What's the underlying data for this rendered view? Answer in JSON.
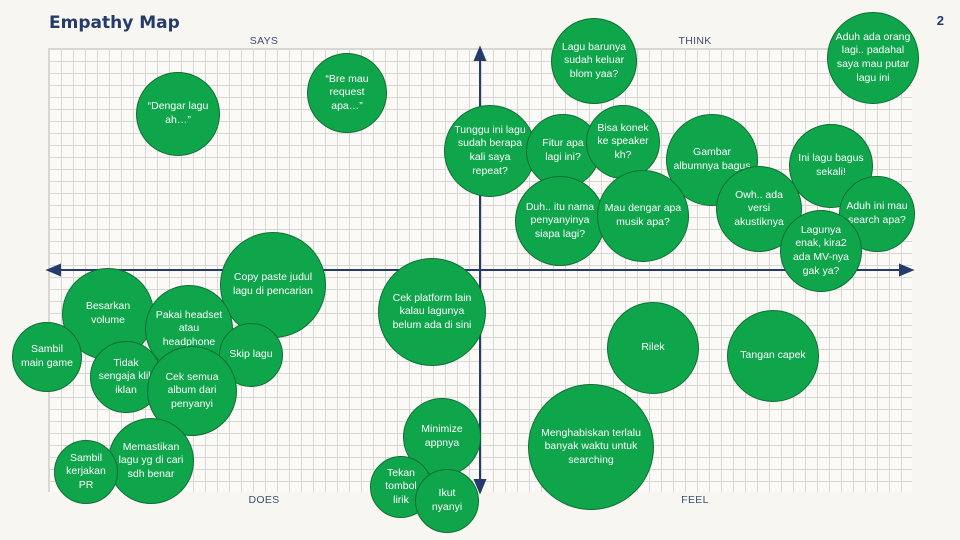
{
  "title": "Empathy Map",
  "page_number": "2",
  "quadrants": {
    "says": "SAYS",
    "think": "THINK",
    "does": "DOES",
    "feel": "FEEL"
  },
  "notes": {
    "dengar": "“Dengar lagu ah…”",
    "bre": "“Bre mau request apa…”",
    "baru_keluar": "Lagu barunya sudah keluar blom yaa?",
    "aduh_orang": "Aduh ada orang lagi.. padahal saya mau putar lagu ini",
    "tunggu": "Tunggu ini lagu sudah berapa kali saya repeat?",
    "fitur": "Fitur apa lagi ini?",
    "konek": "Bisa konek ke speaker kh?",
    "gambar": "Gambar albumnya bagus",
    "bagus": "Ini lagu bagus sekali!",
    "duh": "Duh.. itu nama penyanyinya siapa lagi?",
    "mau_dengar": "Mau dengar apa musik apa?",
    "owh": "Owh.. ada versi akustiknya",
    "aduh_search": "Aduh ini mau search apa?",
    "mv": "Lagunya enak, kira2 ada MV-nya gak ya?",
    "copy": "Copy paste judul lagu di pencarian",
    "cek_platform": "Cek platform lain kalau lagunya belum ada di sini",
    "besarkan": "Besarkan volume",
    "headset": "Pakai headset atau headphone",
    "sambil_game": "Sambil main game",
    "skip": "Skip lagu",
    "klik_iklan": "Tidak sengaja klik iklan",
    "cek_album": "Cek semua album dari penyanyi",
    "memastikan": "Memastikan lagu yg di cari sdh benar",
    "sambil_pr": "Sambil kerjakan PR",
    "minimize": "Minimize appnya",
    "tekan": "Tekan tombol lirik",
    "ikut": "Ikut nyanyi",
    "rilek": "Rilek",
    "capek": "Tangan capek",
    "menghabiskan": "Menghabiskan terlalu banyak waktu untuk searching"
  },
  "colors": {
    "bubble": "#0fa64b",
    "axis": "#243b6b",
    "title": "#243b6b"
  }
}
